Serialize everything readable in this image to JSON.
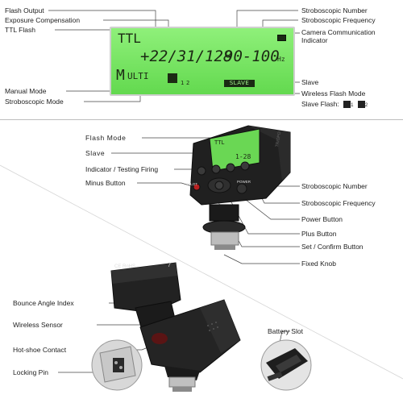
{
  "top_labels_left": [
    "Flash Output",
    "Exposure Compensation",
    "TTL Flash",
    "Manual Mode",
    "Stroboscopic Mode"
  ],
  "top_labels_right": [
    "Stroboscopic Number",
    "Stroboscopic Frequency",
    "Camera Communication Indicator",
    "Slave",
    "Wireless Flash Mode",
    "Slave Flash:"
  ],
  "lcd": {
    "mode": "TTL",
    "value": "+22/31/128",
    "strobe": "90-100",
    "unit": "Hz",
    "m": "M",
    "multi": "ULTI",
    "group1": "1",
    "group2": "2",
    "slave": "SLAVE"
  },
  "slave_flash_groups": [
    "1",
    "2"
  ],
  "front_labels_left": [
    "Flash Mode",
    "Slave",
    "Indicator / Testing Firing",
    "Minus Button"
  ],
  "front_labels_right": [
    "Stroboscopic Number",
    "Stroboscopic Frequency",
    "Power Button",
    "Plus Button",
    "Set / Confirm Button",
    "Fixed Knob"
  ],
  "front_device": {
    "lcd_mode": "TTL",
    "lcd_value": "1-28",
    "pilot": "PILOT",
    "power": "POWER",
    "brand": "TRIOPO"
  },
  "back_labels_left": [
    "Bounce Angle Index",
    "Wireless Sensor",
    "Hot-shoe Contact",
    "Locking Pin"
  ],
  "back_labels_right": [
    "Battery Slot"
  ],
  "back_device": {
    "cert": "CE RoHS",
    "index": "7"
  },
  "colors": {
    "lcd_green": "#76e262",
    "device_body": "#1e1e1e",
    "leader_line": "#444444"
  }
}
